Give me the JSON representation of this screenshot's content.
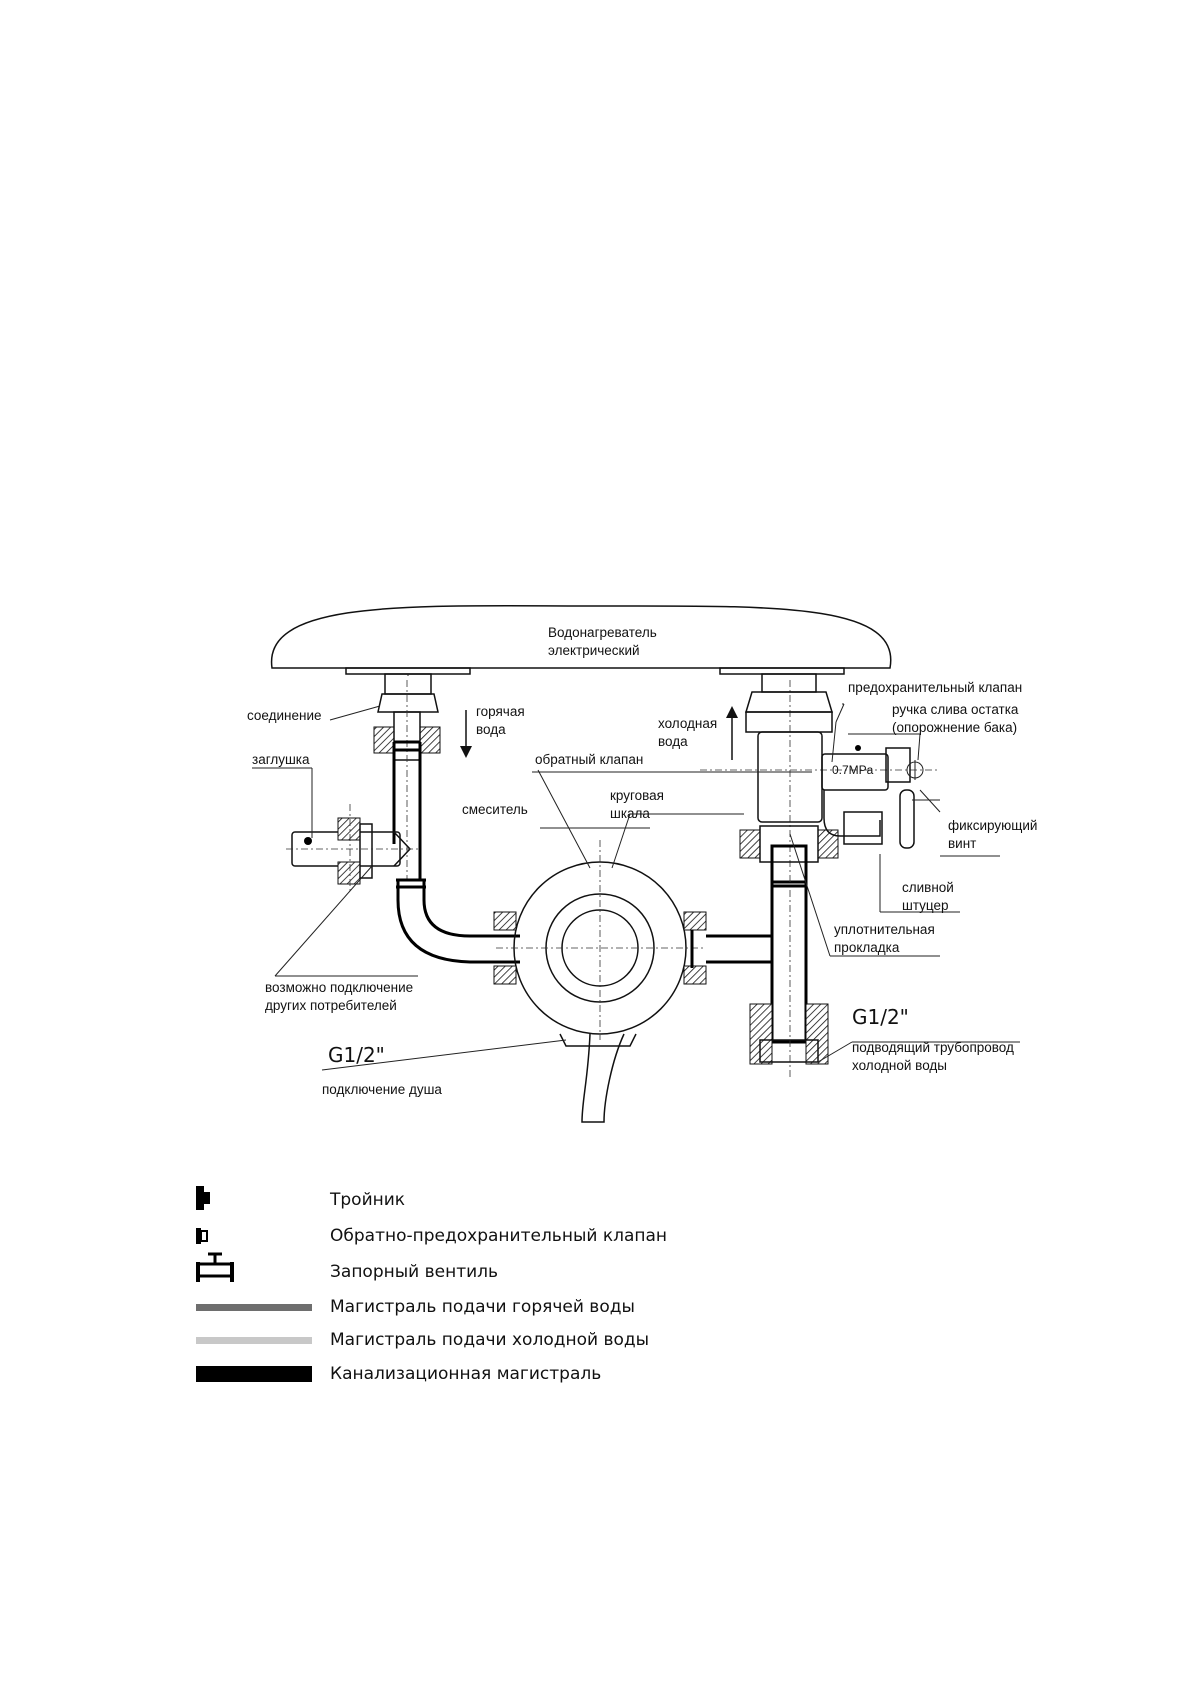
{
  "labels": {
    "heater": [
      "Водонагреватель",
      "электрический"
    ],
    "connection": "соединение",
    "hot_water": [
      "горячая",
      "вода"
    ],
    "plug": "заглушка",
    "cold_water": [
      "холодная",
      "вода"
    ],
    "safety_valve": "предохранительный клапан",
    "drain_handle": [
      "ручка слива остатка",
      "(опорожнение бака)"
    ],
    "check_valve": "обратный клапан",
    "pressure": "0.7MPa",
    "mixer": "смеситель",
    "dial": [
      "круговая",
      "шкала"
    ],
    "fixing_screw": [
      "фиксирующий",
      "винт"
    ],
    "drain_fitting": [
      "сливной",
      "штуцер"
    ],
    "gasket": [
      "уплотнительная",
      "прокладка"
    ],
    "other_consumers": [
      "возможно подключение",
      "других потребителей"
    ],
    "thread_left": "G1/2\"",
    "shower": "подключение душа",
    "thread_right": "G1/2\"",
    "cold_supply": [
      "подводящий трубопровод",
      "холодной воды"
    ]
  },
  "legend": [
    {
      "symbol": "tee-icon",
      "label": "Тройник"
    },
    {
      "symbol": "check-safety-valve-icon",
      "label": "Обратно-предохранительный клапан"
    },
    {
      "symbol": "shutoff-valve-icon",
      "label": "Запорный вентиль"
    },
    {
      "symbol": "hot-line",
      "color": "#6e6e6e",
      "label": "Магистраль подачи горячей воды"
    },
    {
      "symbol": "cold-line",
      "color": "#c8c8c8",
      "label": "Магистраль подачи холодной воды"
    },
    {
      "symbol": "sewer-line",
      "color": "#000000",
      "label": "Канализационная магистраль"
    }
  ]
}
